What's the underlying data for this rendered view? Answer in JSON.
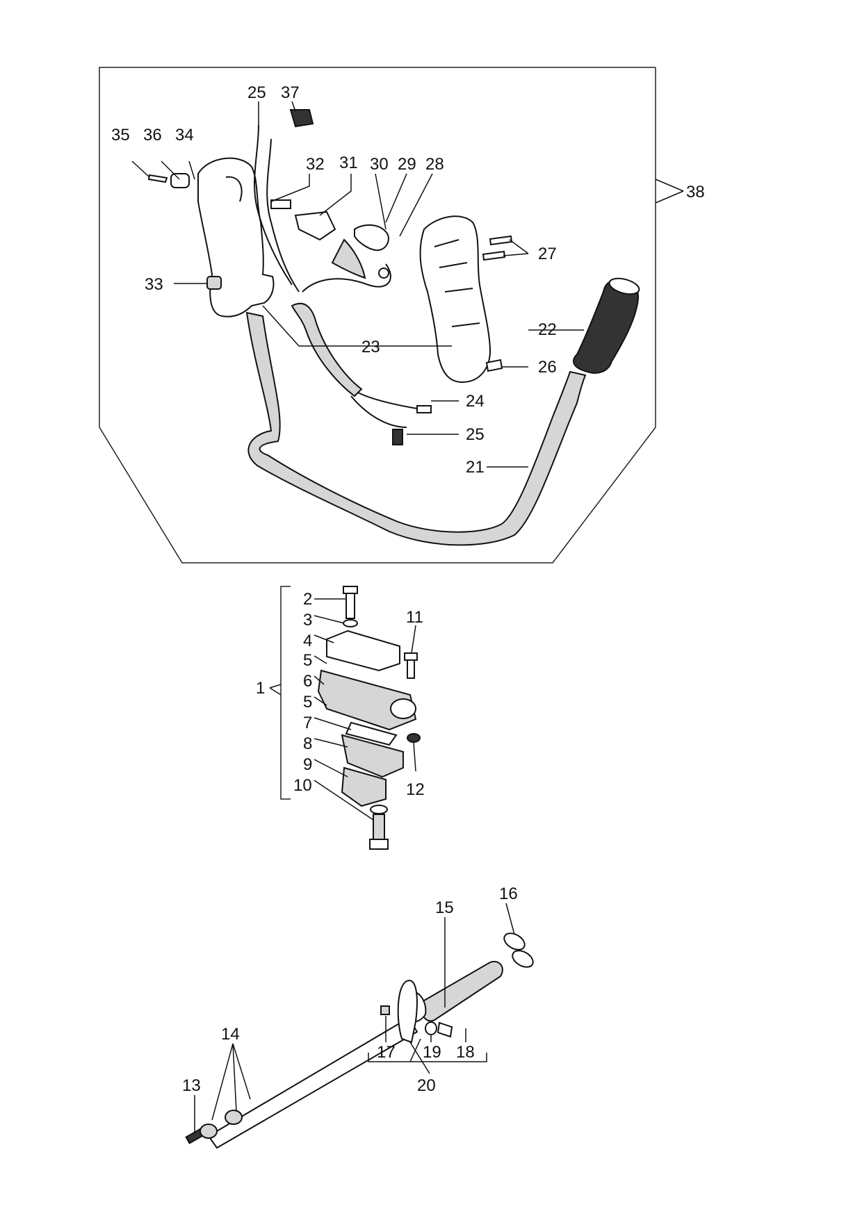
{
  "diagram": {
    "callouts": {
      "c1": "1",
      "c2": "2",
      "c3": "3",
      "c4": "4",
      "c5a": "5",
      "c5b": "5",
      "c6": "6",
      "c7": "7",
      "c8": "8",
      "c9": "9",
      "c10": "10",
      "c11": "11",
      "c12": "12",
      "c13": "13",
      "c14": "14",
      "c15": "15",
      "c16": "16",
      "c17": "17",
      "c18": "18",
      "c19": "19",
      "c20": "20",
      "c21": "21",
      "c22": "22",
      "c23": "23",
      "c24": "24",
      "c25a": "25",
      "c25b": "25",
      "c26": "26",
      "c27": "27",
      "c28": "28",
      "c29": "29",
      "c30": "30",
      "c31": "31",
      "c32": "32",
      "c33": "33",
      "c34": "34",
      "c35": "35",
      "c36": "36",
      "c37": "37",
      "c38": "38"
    }
  }
}
